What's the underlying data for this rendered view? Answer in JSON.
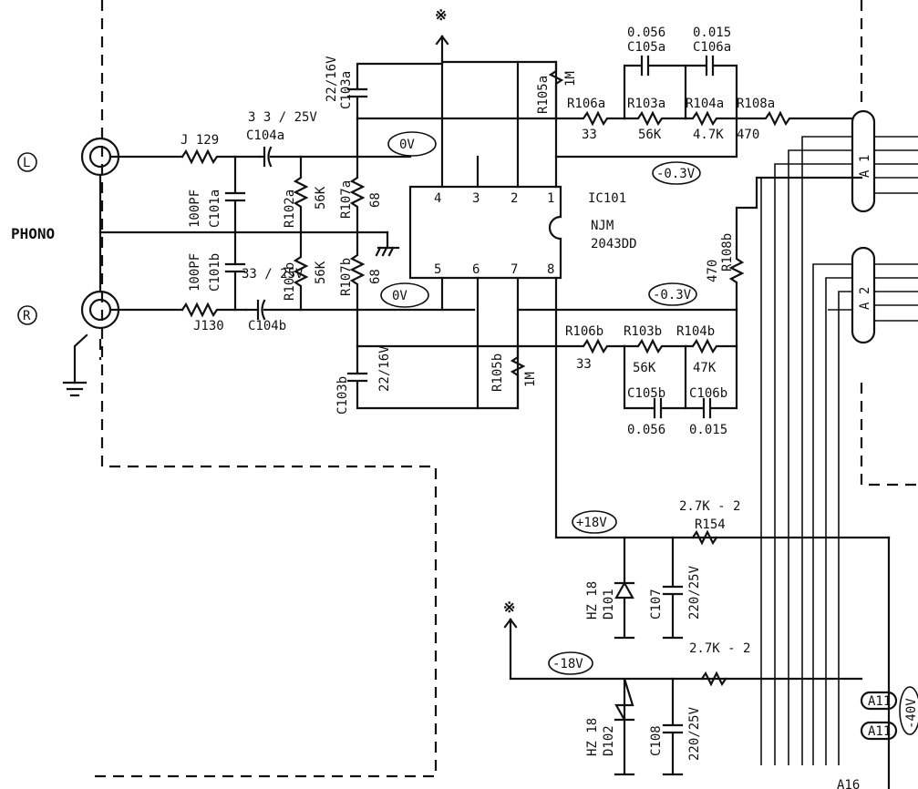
{
  "phono_label": "PHONO",
  "channel_L": "L",
  "channel_R": "R",
  "star_top": "※",
  "star_mid": "※",
  "ic": {
    "ref": "IC101",
    "part": "NJM",
    "part2": "2043DD",
    "pins": [
      "4",
      "3",
      "2",
      "1",
      "5",
      "6",
      "7",
      "8"
    ]
  },
  "voltages": {
    "ov_top": "0V",
    "ov_bottom": "0V",
    "neg03_top": "-0.3V",
    "neg03_bottom": "-0.3V",
    "plus18": "+18V",
    "neg18": "-18V",
    "neg40": "-40V"
  },
  "connectors": {
    "a1": "A 1",
    "a2": "A 2",
    "a11_1": "A11",
    "a11_2": "A11",
    "a16": "A16"
  },
  "components": {
    "j129": "J 129",
    "j130": "J130",
    "c104a": "C104a",
    "c104a_v": "3 3 / 25V",
    "c104b": "C104b",
    "c104b_v": "33 / 25V",
    "c101a": "C101a",
    "c101a_v": "100PF",
    "c101b": "C101b",
    "c101b_v": "100PF",
    "r102a": "R102a",
    "r102a_v": "56K",
    "r102b": "R102b",
    "r102b_v": "56K",
    "r107a": "R107a",
    "r107a_v": "68",
    "r107b": "R107b",
    "r107b_v": "68",
    "c103a": "C103a",
    "c103a_v": "22/16V",
    "c103b": "C103b",
    "c103b_v": "22/16V",
    "r105a": "R105a",
    "r105a_v": "1M",
    "r105b": "R105b",
    "r105b_v": "1M",
    "c105a": "C105a",
    "c105a_v": "0.056",
    "c106a": "C106a",
    "c106a_v": "0.015",
    "r106a": "R106a",
    "r106a_v": "33",
    "r103a": "R103a",
    "r103a_v": "56K",
    "r104a": "R104a",
    "r104a_v": "4.7K",
    "r108a": "R108a",
    "r108a_v": "470",
    "r108b": "R108b",
    "r108b_v": "470",
    "r106b": "R106b",
    "r106b_v": "33",
    "r103b": "R103b",
    "r103b_v": "56K",
    "r104b": "R104b",
    "r104b_v": "47K",
    "c105b": "C105b",
    "c105b_v": "0.056",
    "c106b": "C106b",
    "c106b_v": "0.015",
    "r154": "R154",
    "r154_v": "2.7K - 2",
    "r155_v": "2.7K - 2",
    "d101": "D101",
    "d101_v": "HZ 18",
    "d102": "D102",
    "d102_v": "HZ 18",
    "c107": "C107",
    "c107_v": "220/25V",
    "c108": "C108",
    "c108_v": "220/25V"
  }
}
